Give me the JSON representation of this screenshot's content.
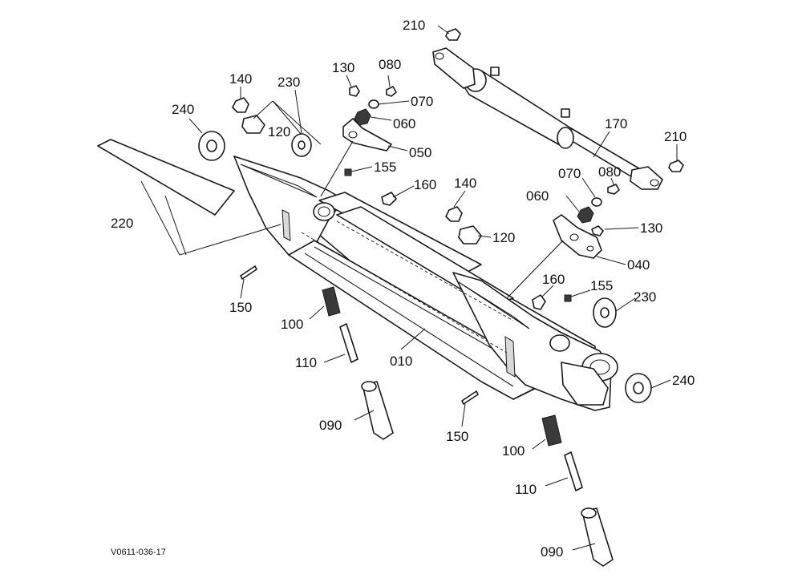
{
  "diagram_code": "V0611-036-17",
  "labels": {
    "l210a": "210",
    "l130a": "130",
    "l080a": "080",
    "l070a": "070",
    "l060a": "060",
    "l050": "050",
    "l140a": "140",
    "l230a": "230",
    "l120a": "120",
    "l240a": "240",
    "l155a": "155",
    "l160a": "160",
    "l220": "220",
    "l170": "170",
    "l210b": "210",
    "l070b": "070",
    "l080b": "080",
    "l060b": "060",
    "l140b": "140",
    "l130b": "130",
    "l120b": "120",
    "l040": "040",
    "l160b": "160",
    "l155b": "155",
    "l230b": "230",
    "l150a": "150",
    "l100a": "100",
    "l010": "010",
    "l110a": "110",
    "l240b": "240",
    "l090a": "090",
    "l150b": "150",
    "l100b": "100",
    "l110b": "110",
    "l090b": "090"
  }
}
